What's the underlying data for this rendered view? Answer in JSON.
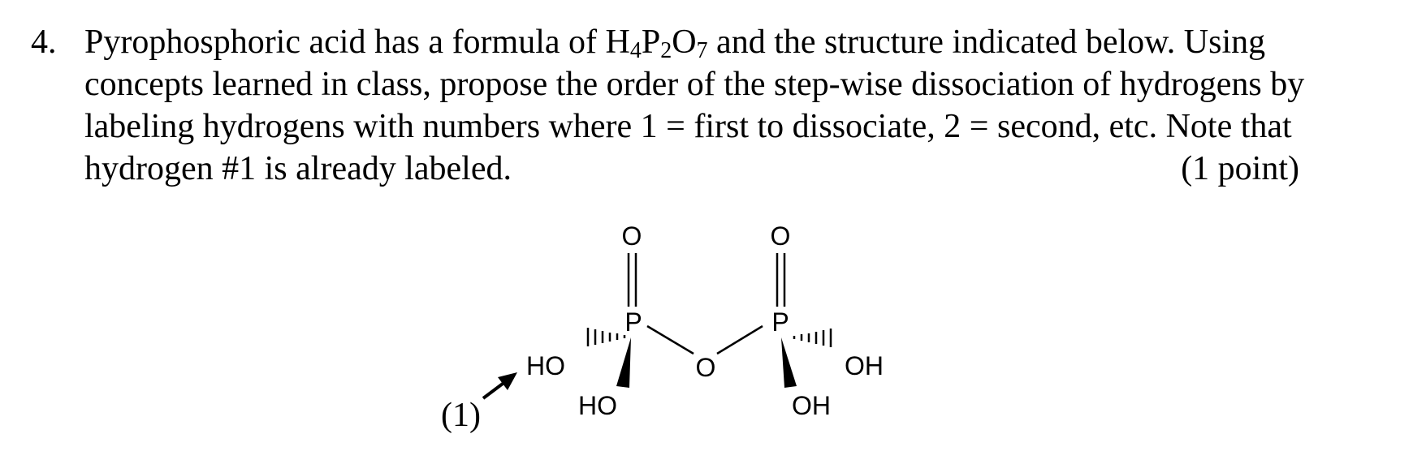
{
  "question": {
    "number": "4.",
    "line1_a": "Pyrophosphoric acid has a formula of H",
    "line1_sub1": "4",
    "line1_b": "P",
    "line1_sub2": "2",
    "line1_c": "O",
    "line1_sub3": "7",
    "line1_d": " and the structure indicated below. Using",
    "line2": "concepts learned in class, propose the order of the step-wise dissociation of hydrogens by",
    "line3": "labeling hydrogens with numbers where 1 = first to dissociate, 2 = second, etc. Note that",
    "line4": "hydrogen #1 is already labeled.",
    "points": "(1 point)"
  },
  "structure": {
    "atoms": {
      "o_top_left": "O",
      "o_top_right": "O",
      "p_left": "P",
      "p_right": "P",
      "o_bridge": "O",
      "ho_hash_left": "HO",
      "ho_wedge_left": "HO",
      "oh_hash_right": "OH",
      "oh_wedge_right": "OH"
    },
    "label_1": "(1)"
  }
}
